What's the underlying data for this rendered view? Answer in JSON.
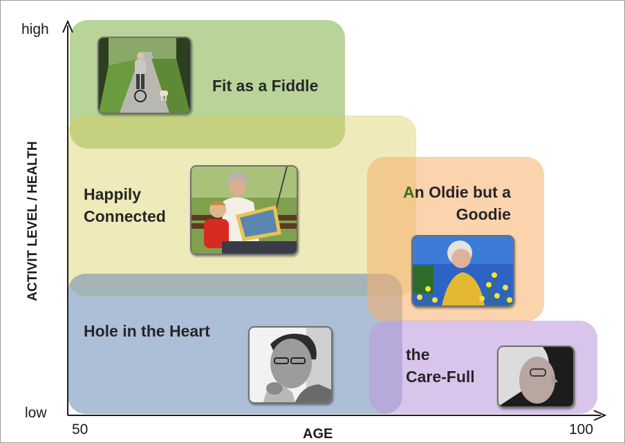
{
  "axes": {
    "y_high": "high",
    "y_low": "low",
    "x_start": "50",
    "x_end": "100",
    "x_label": "AGE",
    "y_label": "ACTIVIT LEVEL / HEALTH"
  },
  "segments": [
    {
      "id": "fit",
      "title": "Fit as a Fiddle",
      "color": "#8cb95a",
      "photo": "man-cycling-with-dog"
    },
    {
      "id": "happily",
      "title_line1": "Happily",
      "title_line2": "Connected",
      "color": "#d6cd58",
      "photo": "grandmother-reading-to-child"
    },
    {
      "id": "oldie",
      "title_first_letter": "A",
      "title_line1_rest": "n Oldie but a",
      "title_line2": "Goodie",
      "color": "#f8ae6a",
      "photo": "elderly-woman-in-flowers"
    },
    {
      "id": "hole",
      "title": "Hole in the Heart",
      "color": "#6182b2",
      "photo": "thoughtful-elderly-man"
    },
    {
      "id": "care",
      "title_line1": "the",
      "title_line2": "Care-Full",
      "color": "#be9bdc",
      "photo": "elderly-woman-profile"
    }
  ]
}
